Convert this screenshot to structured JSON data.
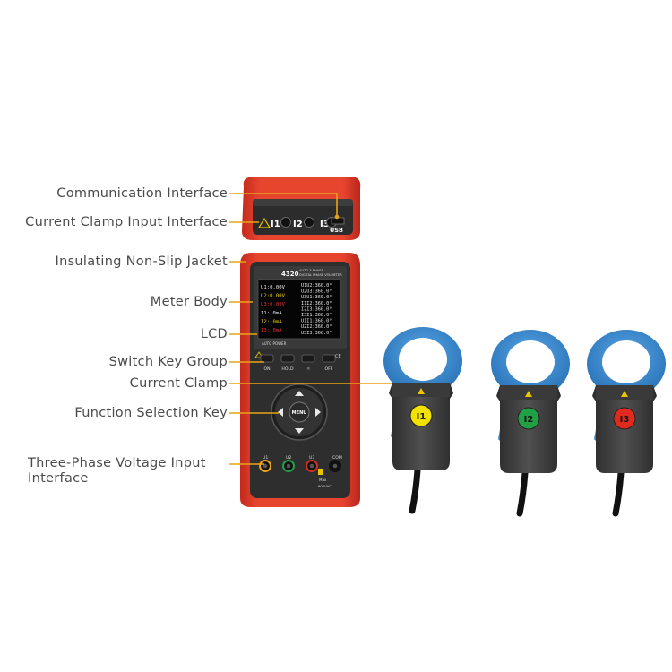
{
  "labels": {
    "communication_interface": "Communication Interface",
    "current_clamp_input_interface": "Current Clamp Input Interface",
    "insulating_jacket": "Insulating Non-Slip Jacket",
    "meter_body": "Meter Body",
    "lcd": "LCD",
    "switch_key_group": "Switch Key Group",
    "current_clamp": "Current Clamp",
    "function_selection_key": "Function Selection Key",
    "three_phase_line1": "Three-Phase Voltage Input",
    "three_phase_line2": "Interface"
  },
  "device": {
    "model": "4320",
    "subtitle_line1": "AUTO 3-PHASE",
    "subtitle_line2": "DIGITAL PHASE VOLMETER",
    "top_ports": [
      "I1",
      "I2",
      "I3"
    ],
    "usb_label": "USB",
    "lcd_left": [
      "U1:0.00V",
      "U2:0.00V",
      "U3:0.00V",
      "I1:  0mA",
      "I2:  0mA",
      "I3:  0mA"
    ],
    "lcd_right": [
      "U1U2:360.0°",
      "U2U3:360.0°",
      "U3U1:360.0°",
      "I1I2:360.0°",
      "I2I3:360.0°",
      "I3I1:360.0°",
      "U1I1:360.0°",
      "U2I2:360.0°",
      "U3I3:360.0°"
    ],
    "auto_power": "AUTO POWER",
    "switch_keys": [
      "ON",
      "HOLD",
      "☼",
      "OFF"
    ],
    "menu_label": "MENU",
    "terminals": [
      "U1",
      "U2",
      "U3",
      "COM"
    ],
    "max_label": "Max",
    "max_value": "600VAC"
  },
  "clamps": [
    {
      "label": "I1",
      "color": "#f2e200"
    },
    {
      "label": "I2",
      "color": "#22a046"
    },
    {
      "label": "I3",
      "color": "#e02a1e"
    }
  ],
  "colors": {
    "leader": "#e8a317",
    "jacket": "#e0402e",
    "clamp_blue": "#3e8ed2"
  }
}
